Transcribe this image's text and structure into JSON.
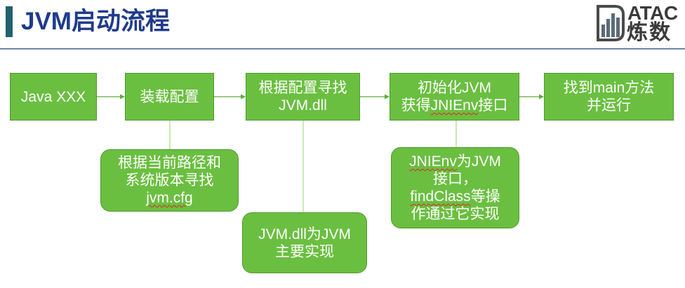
{
  "slide": {
    "title": "JVM启动流程"
  },
  "logo": {
    "icon": "bar-chart-logo-icon",
    "letters": "ATAC",
    "chinese": "炼数"
  },
  "colors": {
    "title": "#1F3B8C",
    "title_bar": "#23606E",
    "rule": "#2E4D8F",
    "box_fill": "#6ABF40",
    "box_border": "#4F9A2C",
    "connector": "#93D46E",
    "arrow": "#5BAE3A",
    "text": "#FFFFFF",
    "logo": "#3A3A3A",
    "spellcheck_underline": "#E02828"
  },
  "flow": {
    "steps": [
      {
        "lines": [
          [
            "Java XXX"
          ]
        ]
      },
      {
        "lines": [
          [
            "装载配置"
          ]
        ]
      },
      {
        "lines": [
          [
            "根据配置寻找"
          ],
          [
            "JVM.dll"
          ]
        ]
      },
      {
        "lines": [
          [
            "初始化JVM"
          ],
          [
            "获得",
            "JNIEnv",
            "接口"
          ]
        ]
      },
      {
        "lines": [
          [
            "找到main方法"
          ],
          [
            "并运行"
          ]
        ]
      }
    ],
    "notes": [
      {
        "lines": [
          [
            "根据当前路径和"
          ],
          [
            "系统版本寻找"
          ],
          [
            "jvm.cfg"
          ]
        ]
      },
      {
        "lines": [
          [
            "JVM.dll为JVM"
          ],
          [
            "主要实现"
          ]
        ]
      },
      {
        "lines": [
          [
            "JNIEnv",
            "为JVM"
          ],
          [
            "接口，"
          ],
          [
            "findClass",
            "等操"
          ],
          [
            "作通过它实现"
          ]
        ]
      }
    ]
  }
}
